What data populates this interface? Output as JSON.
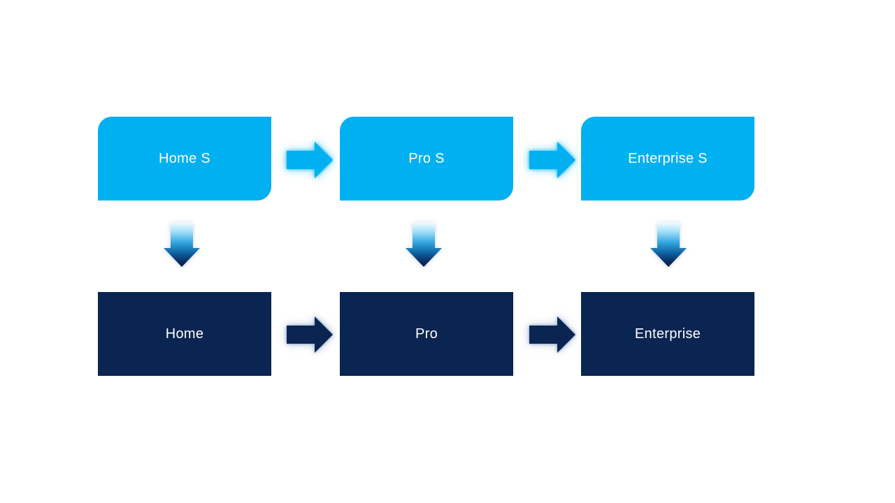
{
  "diagram": {
    "background_color": "#FFFFFF",
    "text_color": "#FFFFFF",
    "top_row": {
      "fill_color": "#00B0F0",
      "shape": "rounded-rectangle-diagonal-corners",
      "items": [
        {
          "label": "Home S"
        },
        {
          "label": "Pro S"
        },
        {
          "label": "Enterprise S"
        }
      ]
    },
    "bottom_row": {
      "fill_color": "#0A2551",
      "shape": "rectangle",
      "items": [
        {
          "label": "Home"
        },
        {
          "label": "Pro"
        },
        {
          "label": "Enterprise"
        }
      ]
    },
    "connectors": {
      "right_arrow_top": {
        "icon": "right-arrow-icon",
        "fill_color": "#00B0F0",
        "glow_color": "#00B0F0"
      },
      "right_arrow_bottom": {
        "icon": "right-arrow-icon",
        "fill_color": "#0A2551",
        "glow_color": "#6E8CB4"
      },
      "down_arrow": {
        "icon": "down-arrow-icon",
        "gradient_top_color": "#F5FCFF",
        "gradient_mid_color": "#35A7E0",
        "gradient_bottom_color": "#061C40"
      }
    }
  }
}
